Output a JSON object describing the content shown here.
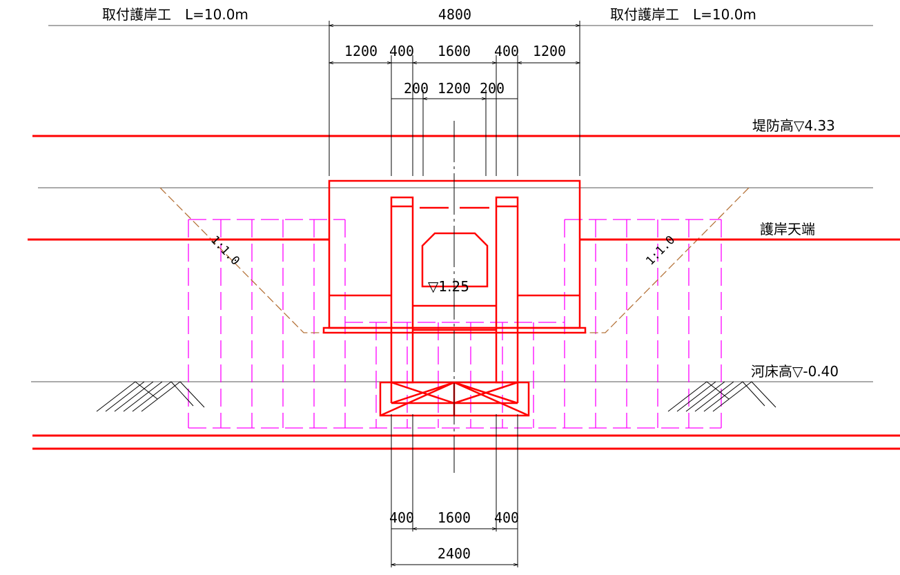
{
  "title_left": "取付護岸工　L=10.0m",
  "title_right": "取付護岸工　L=10.0m",
  "top_total": "4800",
  "top_dims": [
    "1200",
    "400",
    "1600",
    "400",
    "1200"
  ],
  "inner_dims": [
    "200",
    "1200",
    "200"
  ],
  "bottom_dims": [
    "400",
    "1600",
    "400"
  ],
  "bottom_total": "2400",
  "levels": {
    "embankment": "堤防高▽4.33",
    "revetment_top": "護岸天端",
    "riverbed": "河床高▽-0.40",
    "water": "▽1.25"
  },
  "slope_left": "1:1.0",
  "slope_right": "1:1.0",
  "colors": {
    "structure": "#ff0000",
    "sheet_pile": "#ff00ff",
    "slope": "#b5733a",
    "dimension": "#000000"
  }
}
